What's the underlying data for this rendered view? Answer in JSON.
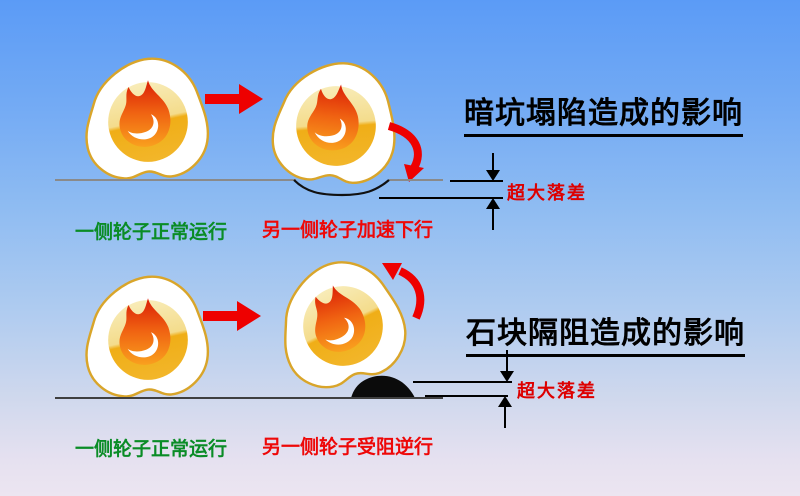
{
  "slide": {
    "sections": [
      {
        "title": "暗坑塌陷造成的影响",
        "left_caption": "一侧轮子正常运行",
        "right_caption": "另一侧轮子加速下行",
        "gap_label": "超大落差",
        "obstacle": "pit-depression-in-ground"
      },
      {
        "title": "石块隔阻造成的影响",
        "left_caption": "一侧轮子正常运行",
        "right_caption": "另一侧轮子受阻逆行",
        "gap_label": "超大落差",
        "obstacle": "black-rock-on-ground"
      }
    ]
  },
  "icons": {
    "wheel": "flame-wheel-icon",
    "motion_arrow": "red-right-arrow-icon",
    "drop_arrow": "red-curved-down-arrow-icon",
    "lift_arrow": "red-curved-up-arrow-icon",
    "dimension": "gap-dimension-arrows"
  },
  "palette": {
    "red-text": "#ee0808",
    "green": "#0a8c26",
    "dim-red": "#dd0000",
    "arrow-red": "#ee0000",
    "ground-top": "#8a8a8a",
    "ground-bottom": "#3f3f3f",
    "egg-outline": "#d9a52a",
    "ring-gold": "#f0ae17",
    "flame-red": "#db1f06",
    "sky-top": "#5b9bf6",
    "sky-bottom": "#ece5f1"
  }
}
